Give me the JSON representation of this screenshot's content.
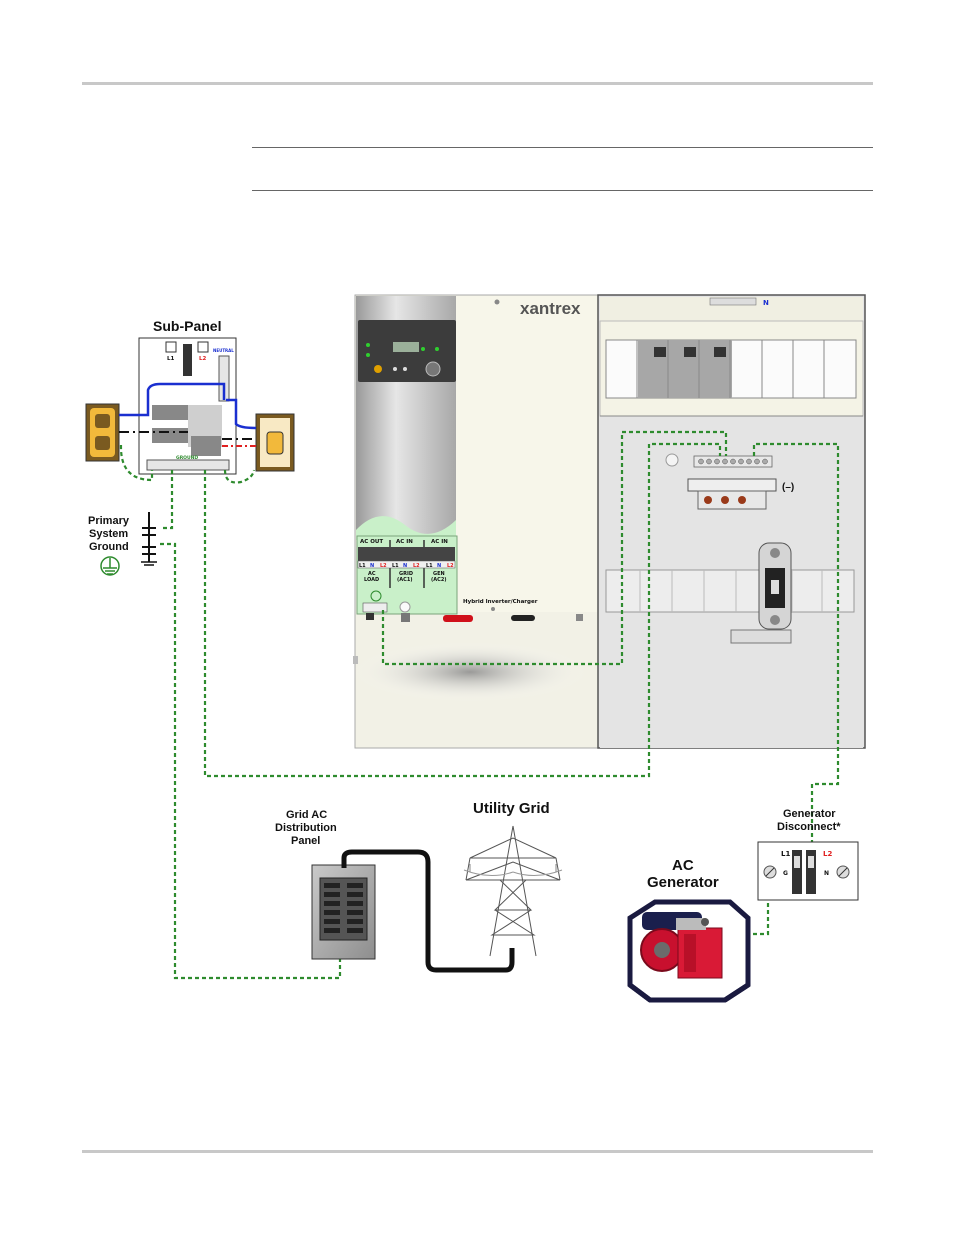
{
  "diagram": {
    "subpanel": {
      "title": "Sub-Panel",
      "l1": "L1",
      "l2": "L2",
      "neutral": "NEUTRAL",
      "ground": "GROUND"
    },
    "primary_ground": [
      "Primary",
      "System",
      "Ground"
    ],
    "inverter": {
      "brand": "xantrex",
      "ac_out": "AC OUT",
      "ac_in_1": "AC IN",
      "ac_in_2": "AC IN",
      "ac_load": [
        "AC",
        "LOAD"
      ],
      "grid": [
        "GRID",
        "(AC1)"
      ],
      "gen": [
        "GEN",
        "(AC2)"
      ],
      "terminal_l1": "L1",
      "terminal_n": "N",
      "terminal_l2": "L2",
      "model": "Hybrid Inverter/Charger"
    },
    "power_panel": {
      "neutral_label": "N",
      "negative_label": "(–)"
    },
    "grid_panel": [
      "Grid AC",
      "Distribution",
      "Panel"
    ],
    "utility_grid": "Utility Grid",
    "gen_disconnect": {
      "title": [
        "Generator",
        "Disconnect*"
      ],
      "l1": "L1",
      "l2": "L2",
      "g": "G",
      "n": "N"
    },
    "ac_generator": [
      "AC",
      "Generator"
    ]
  },
  "colors": {
    "ground_wire": "#2e8b2e",
    "neutral_wire": "#1a2fd0",
    "hot_wire": "#e02020",
    "cable": "#111111",
    "inverter_green": "#c9f0c9",
    "generator_red": "#c8102e"
  }
}
